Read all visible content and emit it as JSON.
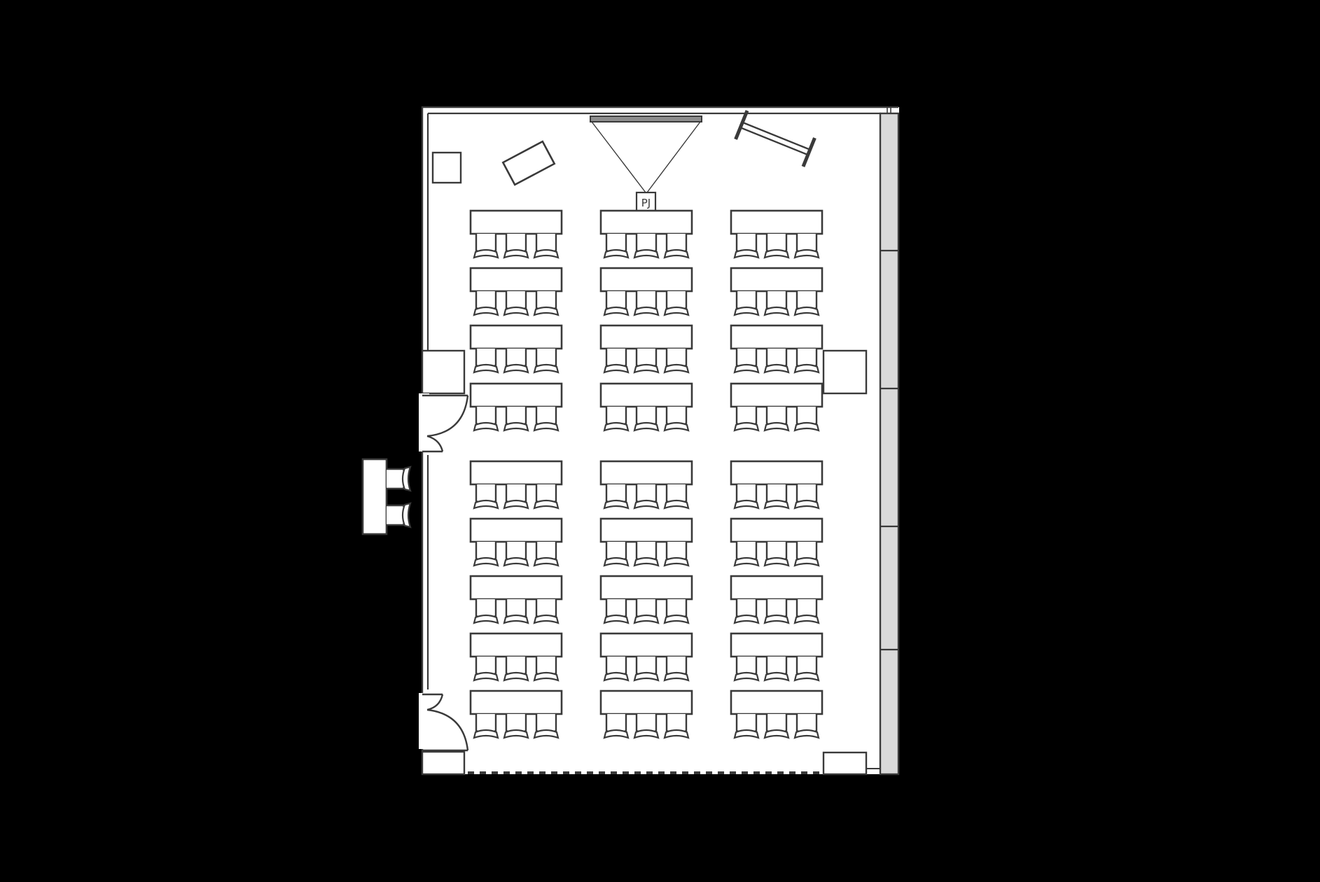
{
  "diagram": {
    "type": "floor-plan",
    "title": "",
    "layout": "classroom",
    "colors": {
      "background": "#000000",
      "floor": "#ffffff",
      "line": "#3a3a3a",
      "window_band": "#d9d9d9",
      "screen": "#8c8c8c"
    },
    "projector": {
      "label": "PJ"
    },
    "seating": {
      "columns": 3,
      "rows_front_block": 4,
      "rows_back_block": 5,
      "tables_total": 27,
      "chairs_per_table": 3,
      "chairs_total": 81
    },
    "reception": {
      "tables": 1,
      "chairs": 2,
      "location": "outside left wall"
    },
    "doors": 2,
    "icons": [
      "screen-icon",
      "projector-icon",
      "whiteboard-icon",
      "podium-icon",
      "cabinet-icon",
      "door-icon",
      "table-icon",
      "chair-icon",
      "window-icon"
    ]
  }
}
